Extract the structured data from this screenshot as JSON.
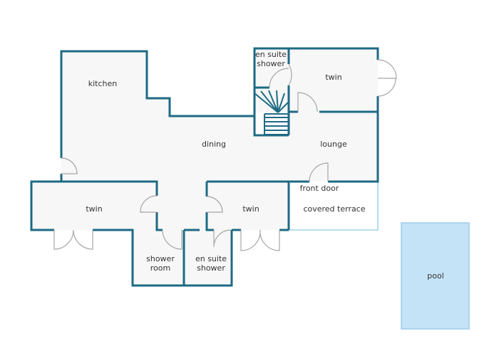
{
  "colors": {
    "wall": "#1e6a84",
    "floor": "#f7f7f7",
    "terrace_line": "#9fd0e6",
    "pool_fill": "#c4e3f7",
    "pool_edge": "#9fcbe8",
    "door": "#a6a6a6"
  },
  "rooms": {
    "kitchen": "kitchen",
    "dining": "dining",
    "lounge": "lounge",
    "twin_upper": "twin",
    "en_suite_upper_1": "en suite",
    "en_suite_upper_2": "shower",
    "twin_left": "twin",
    "twin_center": "twin",
    "shower_room_1": "shower",
    "shower_room_2": "room",
    "en_suite_lower_1": "en suite",
    "en_suite_lower_2": "shower",
    "front_door": "front door",
    "covered_terrace": "covered terrace",
    "pool": "pool"
  }
}
